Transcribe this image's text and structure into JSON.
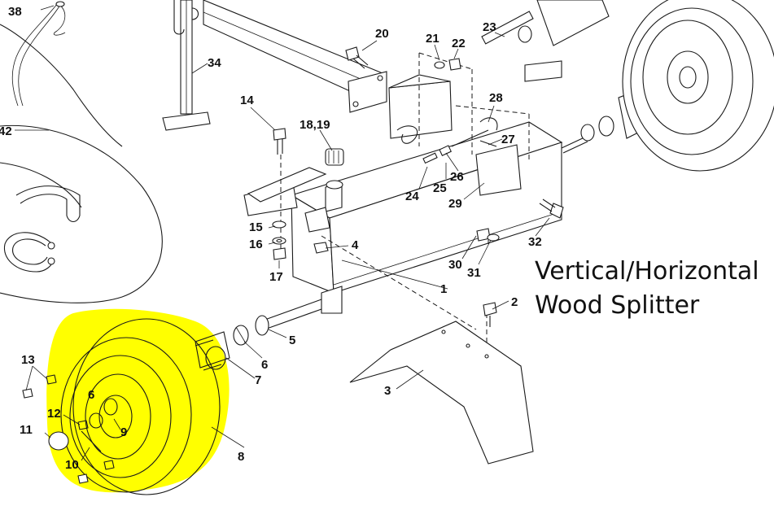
{
  "title_lines": [
    "Vertical/Horizontal",
    "Wood Splitter"
  ],
  "highlight_color": "#ffff00",
  "callouts": {
    "c1": "1",
    "c2": "2",
    "c3": "3",
    "c4": "4",
    "c5": "5",
    "c6a": "6",
    "c6b": "6",
    "c7": "7",
    "c8": "8",
    "c9": "9",
    "c10": "10",
    "c11": "11",
    "c12": "12",
    "c13": "13",
    "c14": "14",
    "c15": "15",
    "c16": "16",
    "c17": "17",
    "c1819": "18,19",
    "c20": "20",
    "c21": "21",
    "c22": "22",
    "c23": "23",
    "c24": "24",
    "c25": "25",
    "c26": "26",
    "c27": "27",
    "c28": "28",
    "c29": "29",
    "c30": "30",
    "c31": "31",
    "c32": "32",
    "c34": "34",
    "c38": "38",
    "c42": "42"
  }
}
